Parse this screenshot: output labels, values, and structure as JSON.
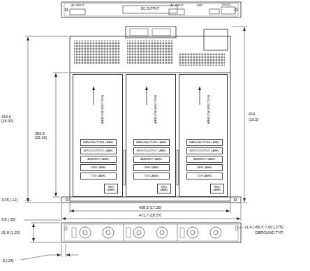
{
  "diagram": {
    "nodes": [
      {
        "text": [
          "AIRFLOW DIRECTION"
        ]
      },
      {
        "text": [
          "MANUFACTURE LABEL"
        ],
        "in": 0
      },
      {
        "text": [
          "INPUT/OUTPUT LABEL"
        ],
        "in": 0
      },
      {
        "text": [
          "AMBIENT LABEL"
        ],
        "in": 0
      },
      {
        "text": [
          "OEM LABEL"
        ],
        "in": 0
      },
      {
        "text": [
          "TUV LABEL"
        ],
        "in": 0
      },
      {
        "text": [
          "REG LABEL"
        ],
        "in": 0
      },
      {
        "text": [
          "AIRFLOW DIRECTION"
        ]
      },
      {
        "text": [
          "MANUFACTURE LABEL"
        ],
        "in": 7
      },
      {
        "text": [
          "INPUT/OUTPUT LABEL"
        ],
        "in": 7
      },
      {
        "text": [
          "AMBIENT LABEL"
        ],
        "in": 7
      },
      {
        "text": [
          "OEM LABEL"
        ],
        "in": 7
      },
      {
        "text": [
          "TUV LABEL"
        ],
        "in": 7
      },
      {
        "text": [
          "REG LABEL"
        ],
        "in": 7
      },
      {
        "text": [
          "AIRFLOW DIRECTION"
        ]
      },
      {
        "text": [
          "MANUFACTURE LABEL"
        ],
        "in": 14
      },
      {
        "text": [
          "INPUT/OUTPUT LABEL"
        ],
        "in": 14
      },
      {
        "text": [
          "AMBIENT LABEL"
        ],
        "in": 14
      },
      {
        "text": [
          "OEM LABEL"
        ],
        "in": 14
      },
      {
        "text": [
          "TUV LABEL"
        ],
        "in": 14
      },
      {
        "text": [
          "REG LABEL"
        ],
        "in": 14
      }
    ],
    "labels": [
      "AC INPUT",
      "DC OUTPUT",
      "AC INPUT",
      "EMT",
      "RS232",
      "414,6 [16.32]",
      "383,6 [15.10]",
      "419",
      "(16.5)",
      "3,05 [.12]",
      "438,5 [17.26]",
      "471,7 [18.57]",
      "8,8 [.35]",
      "11,4 [.45] X 7,00 [.275]",
      "OBROUND TYP.",
      "31,8 [1.25]",
      "6 [.24]"
    ]
  }
}
